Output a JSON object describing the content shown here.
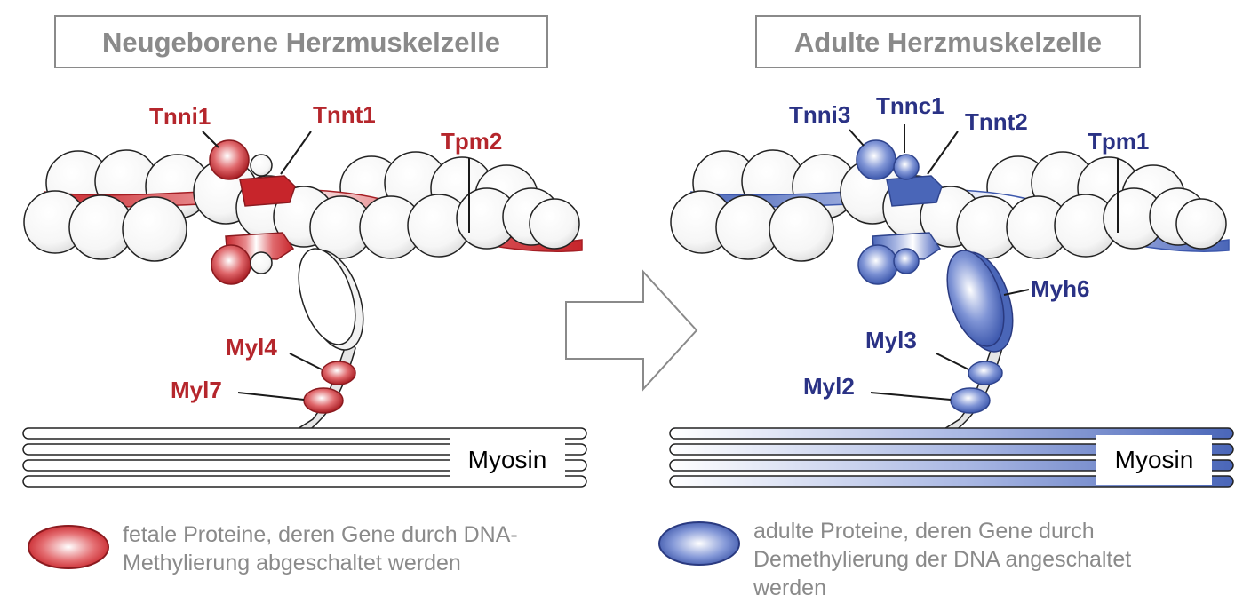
{
  "left_panel": {
    "title": "Neugeborene Herzmuskelzelle",
    "labels": {
      "tnni": "Tnni1",
      "tnnt": "Tnnt1",
      "tpm": "Tpm2",
      "myl_upper": "Myl4",
      "myl_lower": "Myl7"
    },
    "myosin_label": "Myosin",
    "legend_lines": [
      "fetale Proteine, deren Gene durch DNA-",
      "Methylierung abgeschaltet werden"
    ]
  },
  "right_panel": {
    "title": "Adulte Herzmuskelzelle",
    "labels": {
      "tnni": "Tnni3",
      "tnnc": "Tnnc1",
      "tnnt": "Tnnt2",
      "tpm": "Tpm1",
      "myh": "Myh6",
      "myl_upper": "Myl3",
      "myl_lower": "Myl2"
    },
    "myosin_label": "Myosin",
    "legend_lines": [
      "adulte Proteine, deren Gene durch",
      "Demethylierung der DNA angeschaltet",
      "werden"
    ]
  },
  "colors": {
    "fetal": "#c7252b",
    "adult": "#4a66b8"
  }
}
